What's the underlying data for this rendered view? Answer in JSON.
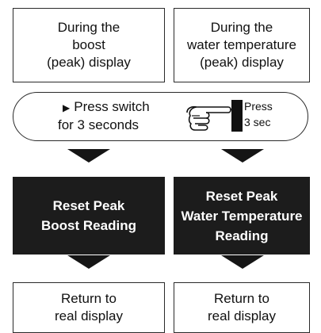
{
  "top_left": [
    "During the",
    "boost",
    "(peak) display"
  ],
  "top_right": [
    "During the",
    "water temperature",
    "(peak) display"
  ],
  "instruction": {
    "line1": "Press switch",
    "line2": "for 3 seconds",
    "icon_label_1": "Press",
    "icon_label_2": "3 sec",
    "bullet": "▶"
  },
  "reset_left": [
    "Reset Peak",
    "Boost Reading"
  ],
  "reset_right": [
    "Reset Peak",
    "Water Temperature",
    "Reading"
  ],
  "return_left": [
    "Return to",
    "real display"
  ],
  "return_right": [
    "Return to",
    "real display"
  ],
  "colors": {
    "dark_box": "#1c1c1c",
    "border": "#2a2a2a",
    "arrow": "#151515"
  }
}
